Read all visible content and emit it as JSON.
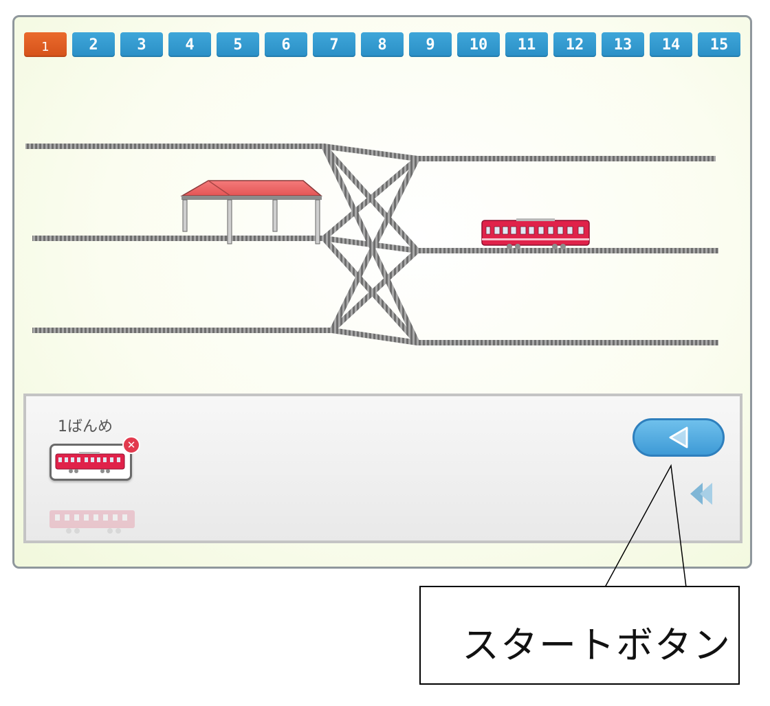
{
  "level_tabs": {
    "active_index": 0,
    "items": [
      "1",
      "2",
      "3",
      "4",
      "5",
      "6",
      "7",
      "8",
      "9",
      "10",
      "11",
      "12",
      "13",
      "14",
      "15"
    ]
  },
  "panel": {
    "order_label": "1ばんめ",
    "queued_trains": [
      {
        "kind": "red-train",
        "removable": true
      }
    ],
    "start_button_icon": "play-left-triangle-icon",
    "rewind_button_icon": "double-chevron-left-icon"
  },
  "scene": {
    "station": {
      "roof_color": "#ef6464"
    },
    "train": {
      "color": "#e0224a"
    },
    "track_color": "#7a7a7a"
  },
  "callout": {
    "label": "スタートボタン"
  }
}
